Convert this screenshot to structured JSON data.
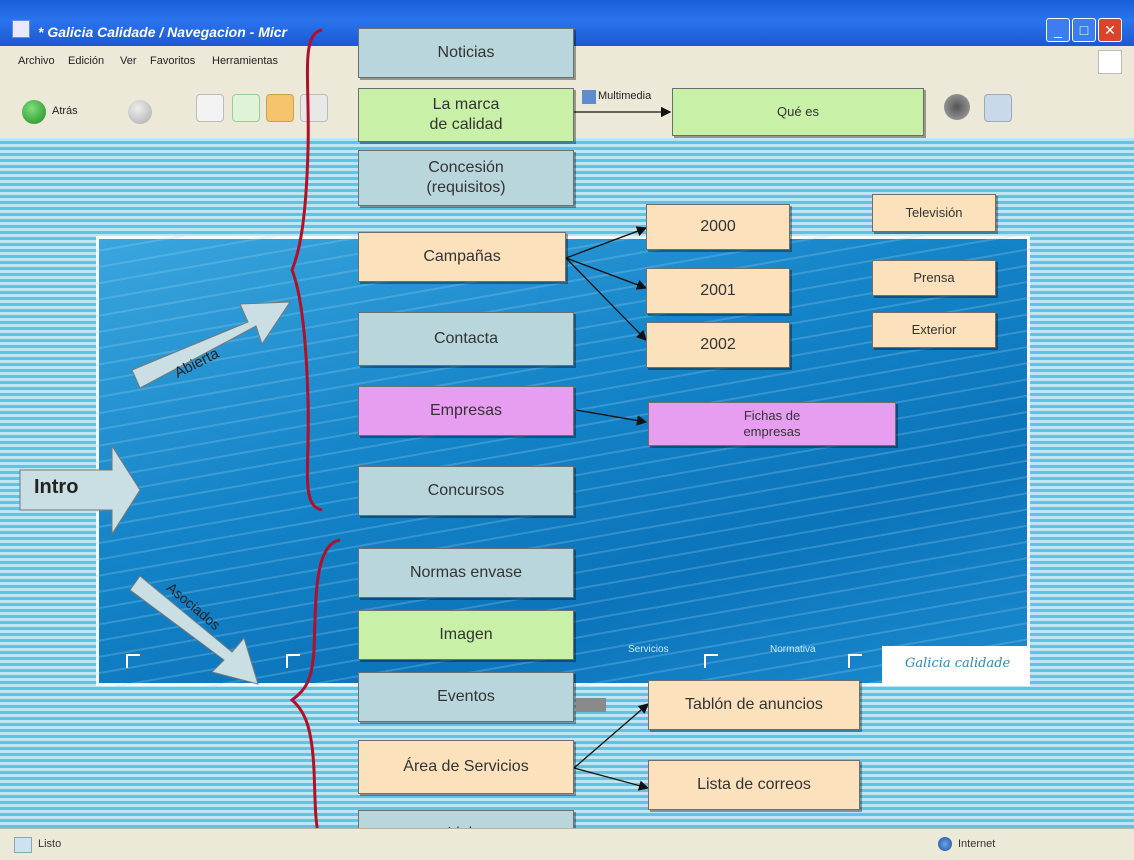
{
  "window": {
    "title": "* Galicia Calidade / Navegacion - Micr"
  },
  "menu": [
    "Archivo",
    "Edición",
    "Ver",
    "Favoritos",
    "Herramientas"
  ],
  "toolbar": {
    "back_label": "Atrás",
    "multimedia_label": "Multimedia"
  },
  "statusbar": {
    "left": "Listo",
    "right": "Internet"
  },
  "page": {
    "logo_text": "Galicia calidade",
    "bottom_links": [
      "Servicios",
      "Normativa"
    ]
  },
  "diagram": {
    "intro": "Intro",
    "abierta": "Abierta",
    "asociados": "Asociados",
    "abierta_nodes": {
      "noticias": "Noticias",
      "marca": [
        "La marca",
        "de calidad"
      ],
      "concesion": [
        "Concesión",
        "(requisitos)"
      ],
      "campanas": "Campañas",
      "contacta": "Contacta",
      "empresas": "Empresas",
      "concursos": "Concursos"
    },
    "asociados_nodes": {
      "normas": "Normas envase",
      "imagen": "Imagen",
      "eventos": "Eventos",
      "servicios": "Área de Servicios",
      "links": "Links"
    },
    "children": {
      "que_es": "Qué es",
      "y2000": "2000",
      "y2001": "2001",
      "y2002": "2002",
      "television": "Televisión",
      "prensa": "Prensa",
      "exterior": "Exterior",
      "fichas": [
        "Fichas de",
        "empresas"
      ],
      "tablon": "Tablón de anuncios",
      "lista": "Lista de correos"
    },
    "colors": {
      "blue": "#b9d6dc",
      "green": "#c8f0a6",
      "peach": "#fbe2bd",
      "pink": "#e89ef0",
      "brace": "#b0102a"
    }
  }
}
